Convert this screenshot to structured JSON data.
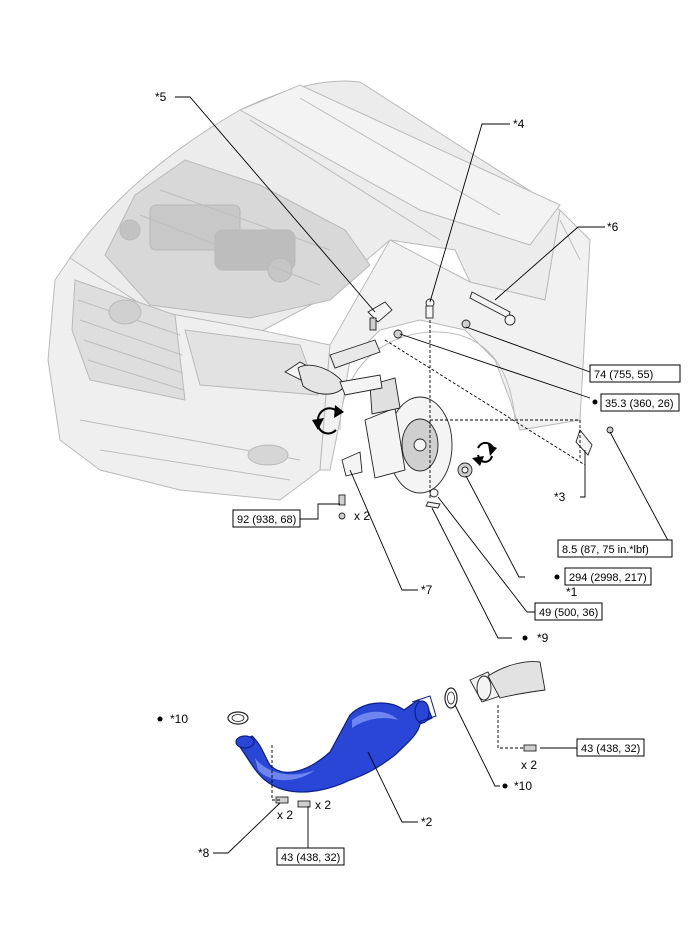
{
  "callouts": {
    "c1": "*1",
    "c2": "*2",
    "c3": "*3",
    "c4": "*4",
    "c5": "*5",
    "c6": "*6",
    "c7": "*7",
    "c8": "*8",
    "c9": "*9",
    "c10a": "*10",
    "c10b": "*10"
  },
  "torques": {
    "t1": "74 (755, 55)",
    "t2": "35.3 (360, 26)",
    "t3": "92 (938, 68)",
    "t4": "8.5 (87, 75 in.*lbf)",
    "t5": "294 (2998, 217)",
    "t6": "49 (500, 36)",
    "t7": "43 (438, 32)",
    "t8": "43 (438, 32)"
  },
  "quantities": {
    "q1": "x 2",
    "q2": "x 2",
    "q3": "x 2",
    "q4": "x 2"
  },
  "colors": {
    "exhaust_pipe": "#2946d6",
    "text": "#000000",
    "vehicle": "#ececec"
  }
}
